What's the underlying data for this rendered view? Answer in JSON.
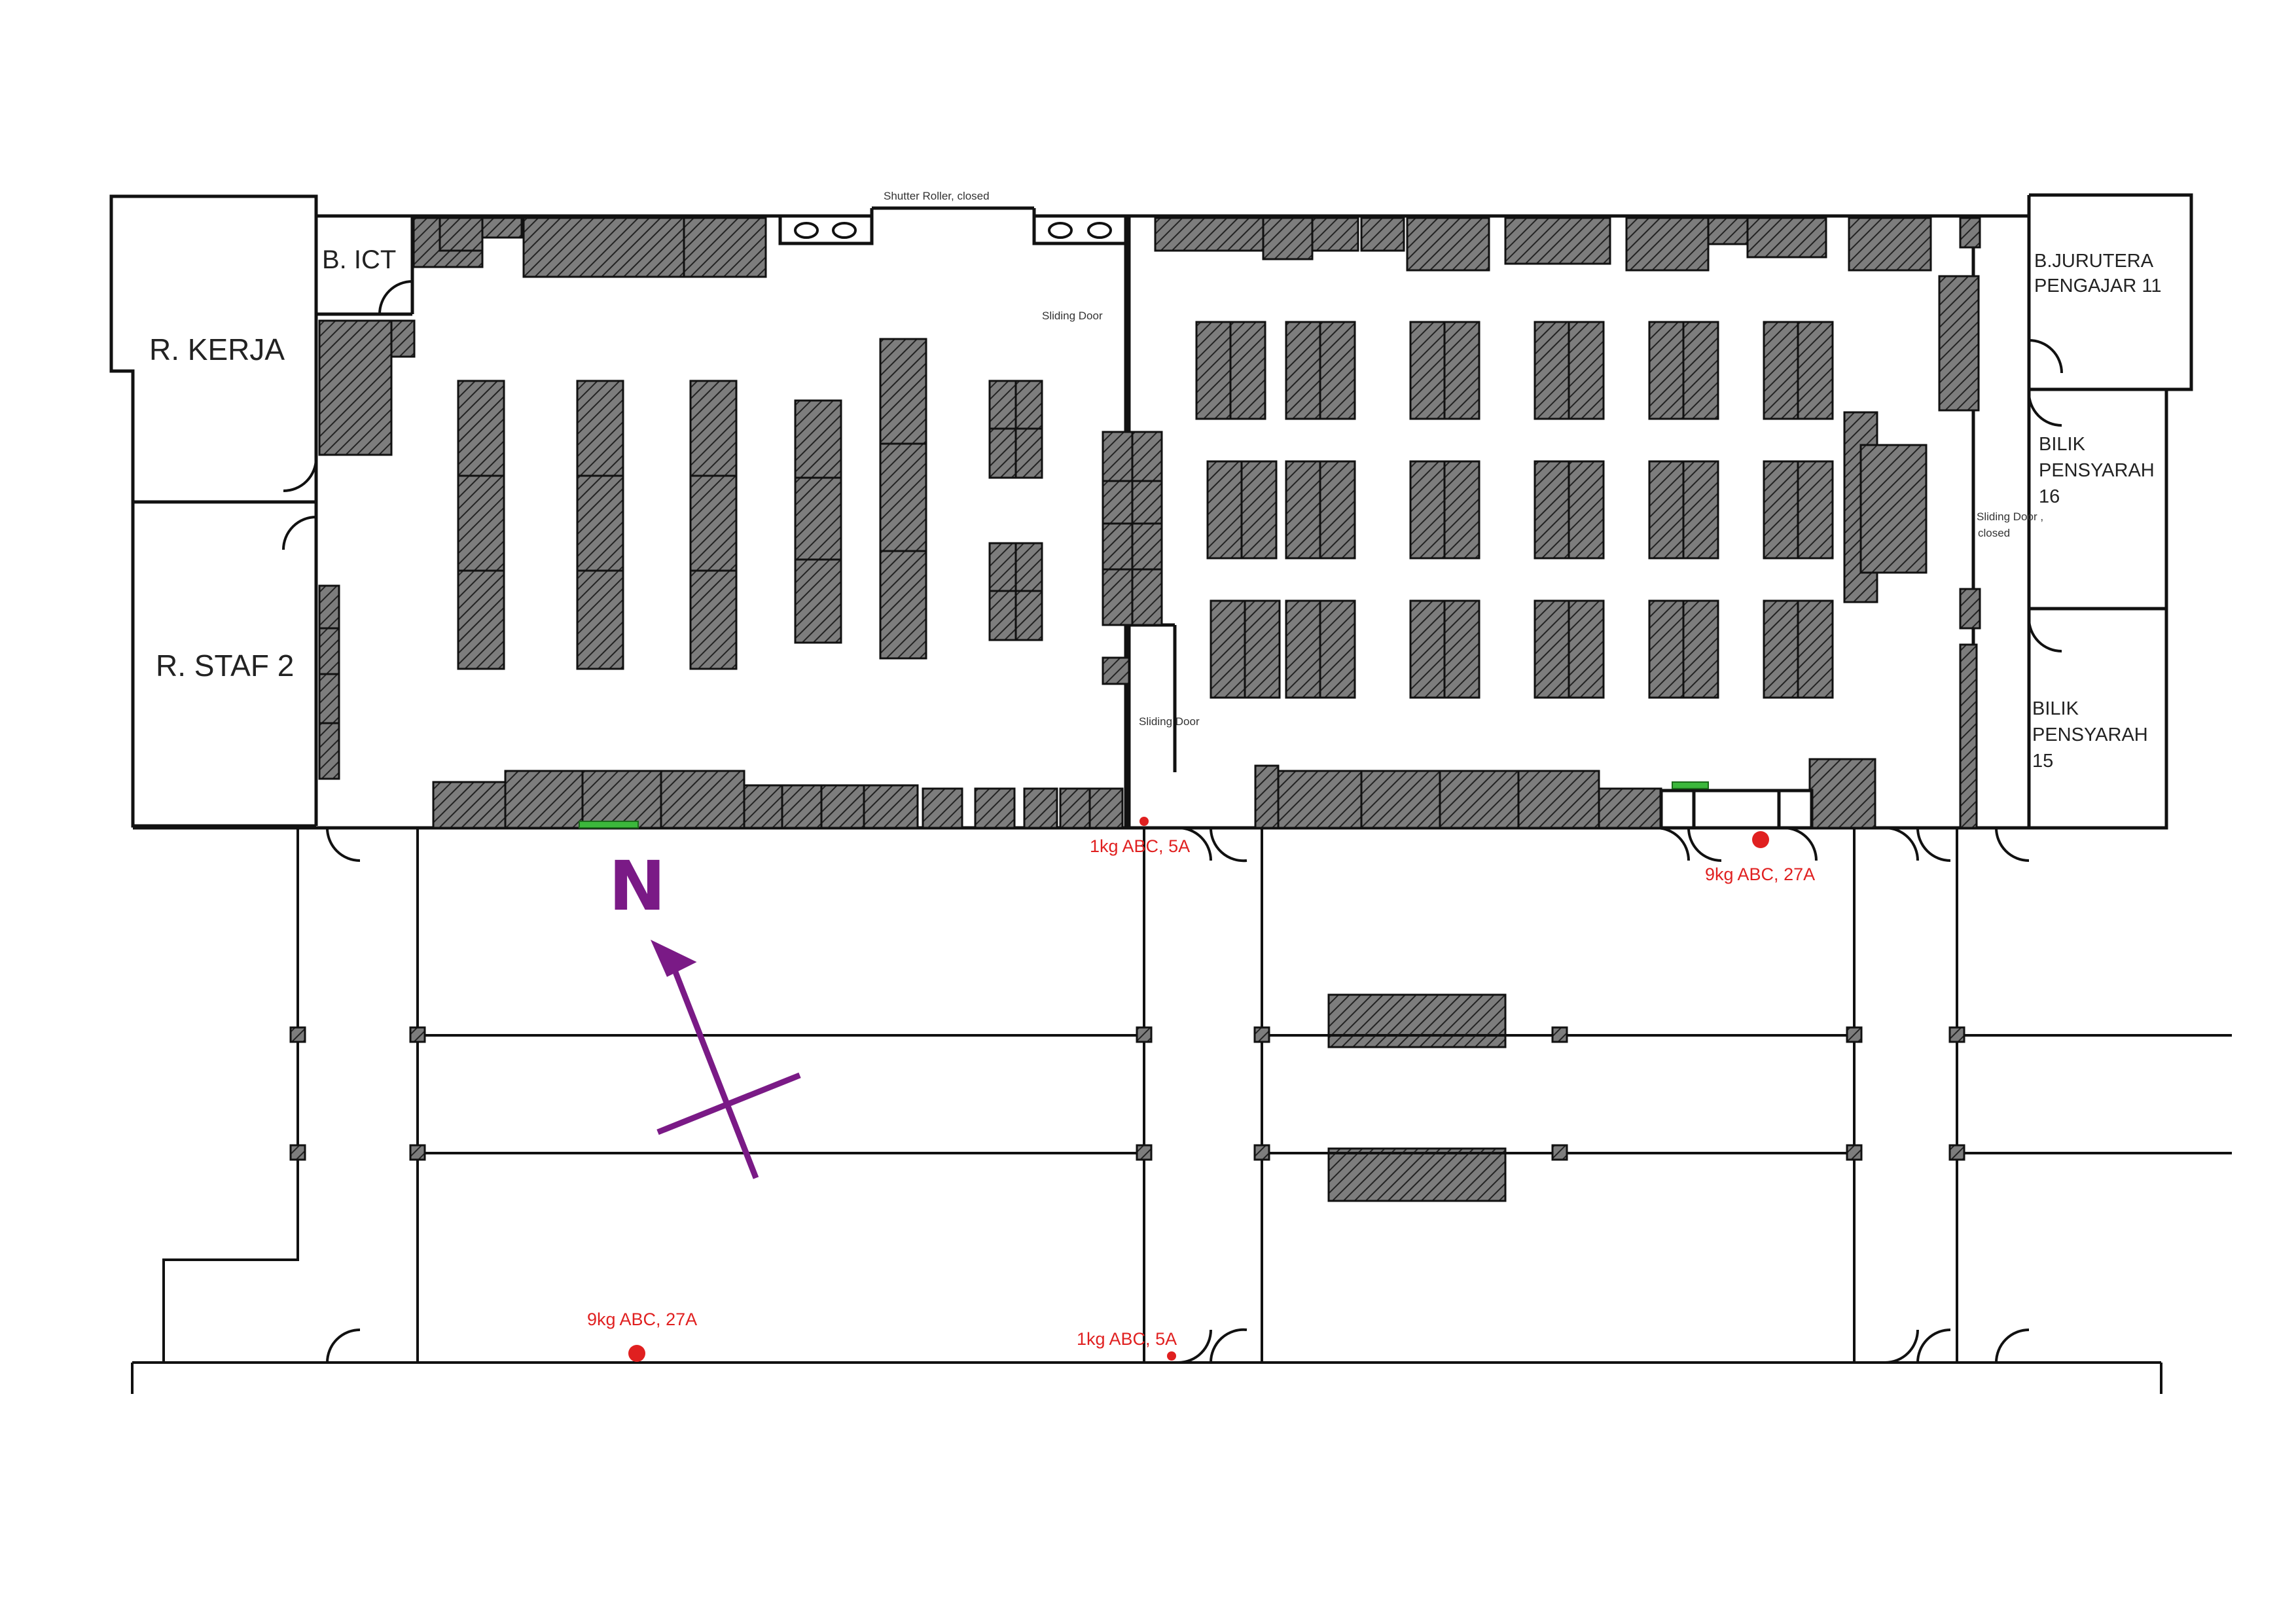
{
  "colors": {
    "wall": "#111111",
    "hatch_fill": "#8a8a8a",
    "extinguisher": "#e02020",
    "green_marker": "#3cb83c",
    "north_arrow": "#7a1a86"
  },
  "rooms": {
    "r_kerja": "R. KERJA",
    "r_staf_2": "R. STAF 2",
    "b_ict": "B. ICT",
    "b_jurutera_line1": "B.JURUTERA",
    "b_jurutera_line2": "PENGAJAR 11",
    "bilik_16_line1": "BILIK",
    "bilik_16_line2": "PENSYARAH",
    "bilik_16_line3": "16",
    "bilik_15_line1": "BILIK",
    "bilik_15_line2": "PENSYARAH",
    "bilik_15_line3": "15"
  },
  "labels": {
    "shutter_roller": "Shutter Roller, closed",
    "sliding_door_top": "Sliding Door",
    "sliding_door_bottom": "Sliding Door",
    "sliding_door_closed_line1": "Sliding Door ,",
    "sliding_door_closed_line2": "closed"
  },
  "extinguishers": {
    "e1": "1kg ABC, 5A",
    "e2": "9kg ABC, 27A",
    "e3": "9kg ABC, 27A",
    "e4": "1kg ABC, 5A"
  },
  "north": {
    "label": "N",
    "icon": "north-arrow-icon"
  }
}
